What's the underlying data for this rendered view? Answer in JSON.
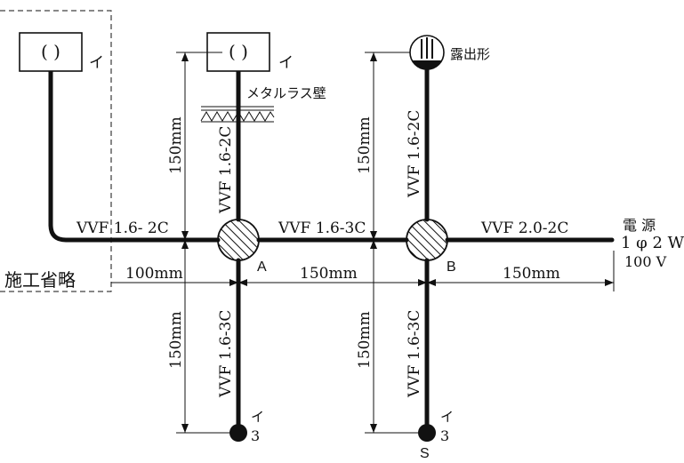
{
  "labels": {
    "paren": "( )",
    "i": "イ",
    "roshutsu": "露出形",
    "metal_lath": "メタルラス壁",
    "seko_shoryaku": "施工省略",
    "dengen_1": "電 源",
    "dengen_2": "1 φ 2 W",
    "dengen_3": "100 V",
    "box_a": "A",
    "box_b": "B",
    "switch_s": "S",
    "circuit_3": "3"
  },
  "cables": {
    "left_horizontal": "VVF 1.6- 2C",
    "a_up": "VVF 1.6-2C",
    "a_to_b": "VVF 1.6-3C",
    "b_up": "VVF 1.6-2C",
    "b_to_source": "VVF 2.0-2C",
    "a_down": "VVF 1.6-3C",
    "b_down": "VVF 1.6-3C"
  },
  "dimensions": {
    "a_up": "150mm",
    "b_up": "150mm",
    "left": "100mm",
    "a_to_b": "150mm",
    "b_to_source": "150mm",
    "a_down": "150mm",
    "b_down": "150mm"
  }
}
